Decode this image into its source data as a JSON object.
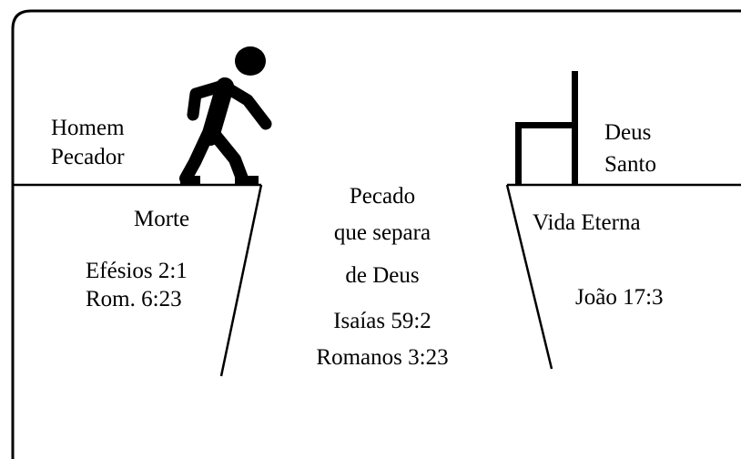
{
  "left": {
    "title_line1": "Homem",
    "title_line2": "Pecador",
    "state": "Morte",
    "ref1": "Efésios 2:1",
    "ref2": "Rom. 6:23"
  },
  "middle": {
    "line1": "Pecado",
    "line2": "que  separa",
    "line3": "de Deus",
    "ref1": "Isaías 59:2",
    "ref2": "Romanos 3:23"
  },
  "right": {
    "title_line1": "Deus",
    "title_line2": "Santo",
    "state": "Vida Eterna",
    "ref1": "João 17:3"
  },
  "icons": {
    "left": "walking-man-icon",
    "right": "chair-icon"
  },
  "colors": {
    "ink": "#000000",
    "background": "#ffffff"
  }
}
